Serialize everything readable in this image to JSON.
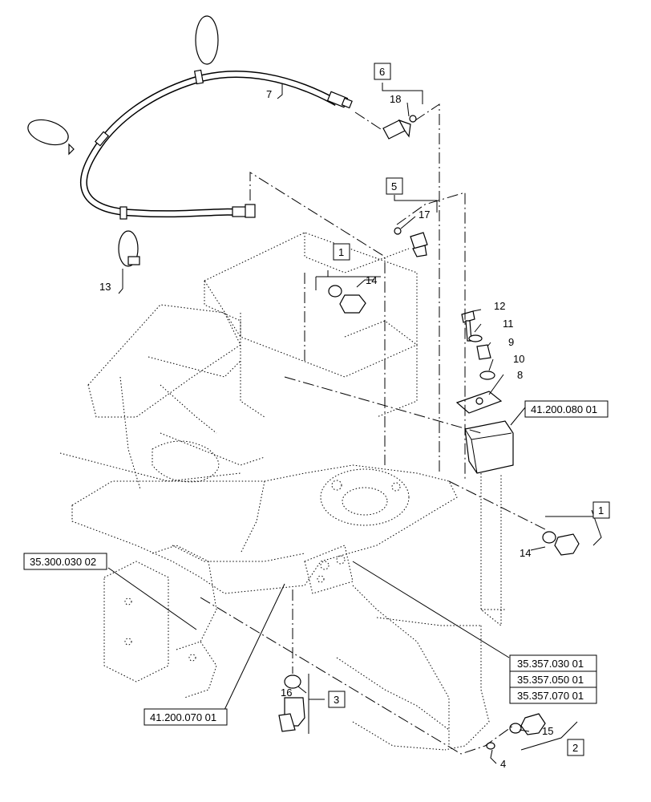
{
  "callouts": {
    "c1": "1",
    "c2": "2",
    "c3": "3",
    "c4": "4",
    "c5": "5",
    "c6": "6",
    "c7": "7",
    "c8": "8",
    "c9": "9",
    "c10": "10",
    "c11": "11",
    "c12": "12",
    "c13": "13",
    "c14a": "14",
    "c14b": "14",
    "c15": "15",
    "c16": "16",
    "c17": "17",
    "c18": "18"
  },
  "boxed_callouts": {
    "b1a": "1",
    "b1b": "1",
    "b2": "2",
    "b3": "3",
    "b5": "5",
    "b6": "6"
  },
  "references": {
    "r_41_200_080": "41.200.080 01",
    "r_35_300_030": "35.300.030 02",
    "r_41_200_070": "41.200.070 01",
    "r_35_357_030": "35.357.030 01",
    "r_35_357_050": "35.357.050 01",
    "r_35_357_070": "35.357.070 01"
  }
}
